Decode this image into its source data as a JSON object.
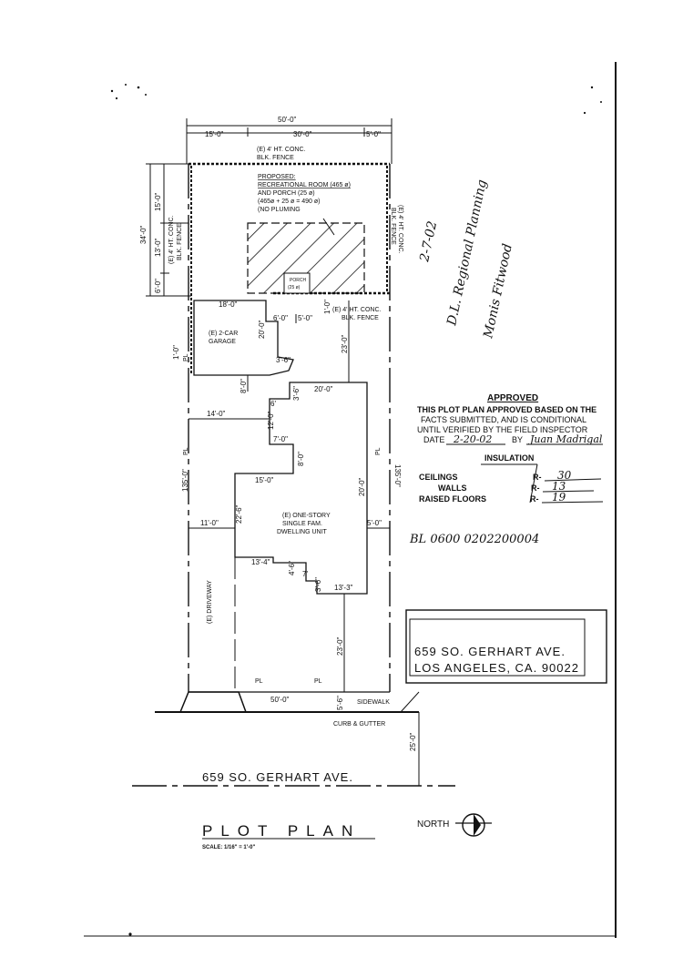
{
  "dimensions": {
    "top_total": "50'-0\"",
    "top_left": "15'-0\"",
    "top_mid": "30'-0\"",
    "top_right": "5'-0\"",
    "left_34": "34'-0\"",
    "left_15": "15'-0\"",
    "left_13": "13'-0\"",
    "left_6": "6'-0\"",
    "garage_18": "18'-0\"",
    "gap_6": "6'-0\"",
    "gap_5": "5'-0\"",
    "rear_1": "1'-0\"",
    "side_1": "1'-0\"",
    "gar_20": "20'-0\"",
    "setback_23": "23'-0\"",
    "gar_8": "8'-0\"",
    "step_6": "6'",
    "step_3_6": "3'-6\"",
    "house_20w": "20'-0\"",
    "front_14": "14'-0\"",
    "house_12": "12'-0\"",
    "house_7": "7'-0\"",
    "house_8": "8'-0\"",
    "lot_135_left": "135'-0\"",
    "lot_135_right": "135'-0\"",
    "house_15": "15'-0\"",
    "house_20h": "20'-0\"",
    "house_22_6": "22'-6\"",
    "front_11": "11'-0\"",
    "right_5": "5'-0\"",
    "house_13_4": "13'-4\"",
    "house_4_6": "4'-6\"",
    "house_7b": "7'",
    "house_3_6": "3'-6\"",
    "house_13_3": "13'-3\"",
    "front_23": "23'-0\"",
    "front_lot": "50'-0\"",
    "walk_5_6": "5'-6\"",
    "street_25": "25'-0\""
  },
  "labels": {
    "rear_fence": [
      "(E) 4' HT. CONC.",
      "BLK. FENCE"
    ],
    "left_fence": [
      "(E) 4' HT. CONC.",
      "BLK. FENCE"
    ],
    "right_fence": [
      "(E) 4' HT. CONC.",
      "BLK. FENCE"
    ],
    "mid_fence": [
      "(E) 4' HT. CONC.",
      "BLK. FENCE"
    ],
    "proposed_title": "PROPOSED:",
    "proposed_lines": [
      "RECREATIONAL ROOM (465 ø)",
      "AND PORCH (25 ø)",
      "(465ø + 25 ø = 490 ø)",
      "(NO PLUMING"
    ],
    "porch": [
      "PORCH",
      "(25 ø)"
    ],
    "garage": [
      "(E) 2-CAR",
      "GARAGE"
    ],
    "dwelling": [
      "(E) ONE-STORY",
      "SINGLE FAM.",
      "DWELLING UNIT"
    ],
    "driveway": "(E) DRIVEWAY",
    "pl": "PL",
    "sidewalk": "SIDEWALK",
    "curb": "CURB & GUTTER",
    "street": "659 SO. GERHART AVE.",
    "plan_title": "PLOT PLAN",
    "scale": "SCALE: 1/16\" = 1'-0\"",
    "north": "NORTH"
  },
  "signature": {
    "date": "2-7-02",
    "agency": "D.L. Regional Planning",
    "name": "Monis Fitwood"
  },
  "stamp": {
    "approved": "APPROVED",
    "lines": [
      "THIS PLOT PLAN APPROVED BASED ON THE",
      "FACTS SUBMITTED, AND IS CONDITIONAL",
      "UNTIL VERIFIED BY THE FIELD INSPECTOR"
    ],
    "date_label": "DATE",
    "date_value": "2-20-02",
    "by_label": "BY",
    "by_value": "Juan Madrigal",
    "insulation": "INSULATION",
    "rows": [
      {
        "label": "CEILINGS",
        "value": "30"
      },
      {
        "label": "WALLS",
        "value": "13"
      },
      {
        "label": "RAISED FLOORS",
        "value": "19"
      }
    ],
    "r_label": "R-"
  },
  "permit_number": "BL 0600 0202200004",
  "address_box": [
    "659 SO. GERHART AVE.",
    "LOS ANGELES, CA. 90022"
  ]
}
